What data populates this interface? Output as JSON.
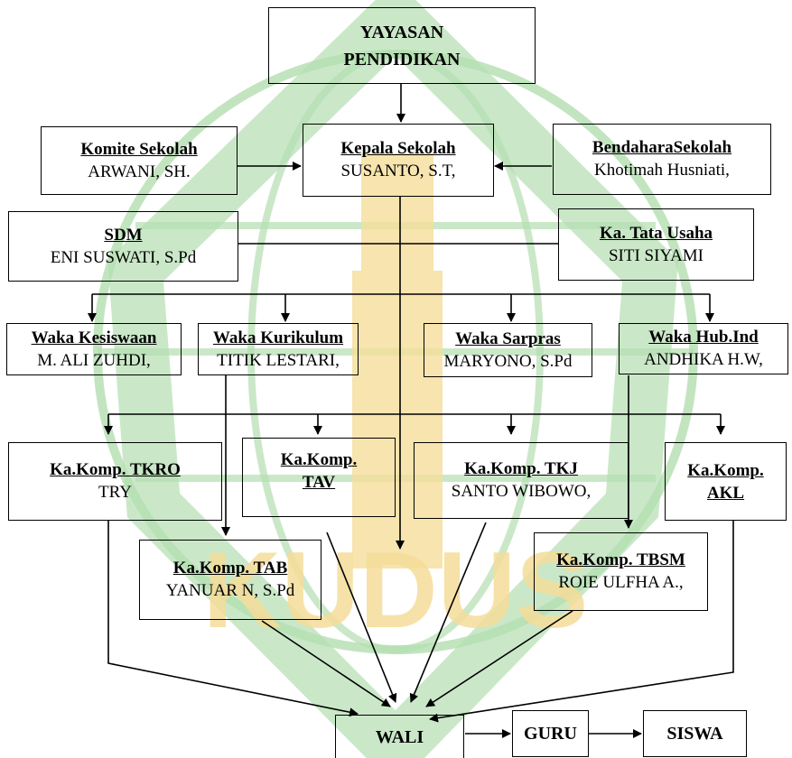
{
  "watermark": {
    "text": "KUDUS",
    "color_green": "#b3deb0",
    "color_gold": "#f5dd9a"
  },
  "yayasan": {
    "line1": "YAYASAN",
    "line2": "PENDIDIKAN"
  },
  "komite": {
    "title": "Komite Sekolah",
    "name": "ARWANI, SH."
  },
  "kepala": {
    "title": "Kepala Sekolah",
    "name": "SUSANTO, S.T,"
  },
  "bendahara": {
    "title": "BendaharaSekolah",
    "name": "Khotimah Husniati,"
  },
  "sdm": {
    "title": "SDM",
    "name": "ENI SUSWATI, S.Pd"
  },
  "tata_usaha": {
    "title": "Ka. Tata Usaha",
    "name": "SITI SIYAMI"
  },
  "waka_kesiswaan": {
    "title": "Waka Kesiswaan",
    "name": "M. ALI ZUHDI,"
  },
  "waka_kurikulum": {
    "title": "Waka Kurikulum",
    "name": "TITIK LESTARI,"
  },
  "waka_sarpras": {
    "title": "Waka Sarpras",
    "name": "MARYONO, S.Pd"
  },
  "waka_hubind": {
    "title": "Waka Hub.Ind",
    "name": "ANDHIKA H.W,"
  },
  "komp_tkro": {
    "title": "Ka.Komp. TKRO",
    "name": "TRY"
  },
  "komp_tav": {
    "title_line1": "Ka.Komp.",
    "title_line2": "TAV"
  },
  "komp_tkj": {
    "title": "Ka.Komp. TKJ",
    "name": "SANTO WIBOWO,"
  },
  "komp_akl": {
    "title_line1": "Ka.Komp.",
    "title_line2": "AKL"
  },
  "komp_tab": {
    "title": "Ka.Komp. TAB",
    "name": "YANUAR N, S.Pd"
  },
  "komp_tbsm": {
    "title": "Ka.Komp. TBSM",
    "name": "ROIE ULFHA A.,"
  },
  "wali": {
    "label": "WALI"
  },
  "guru": {
    "label": "GURU"
  },
  "siswa": {
    "label": "SISWA"
  }
}
